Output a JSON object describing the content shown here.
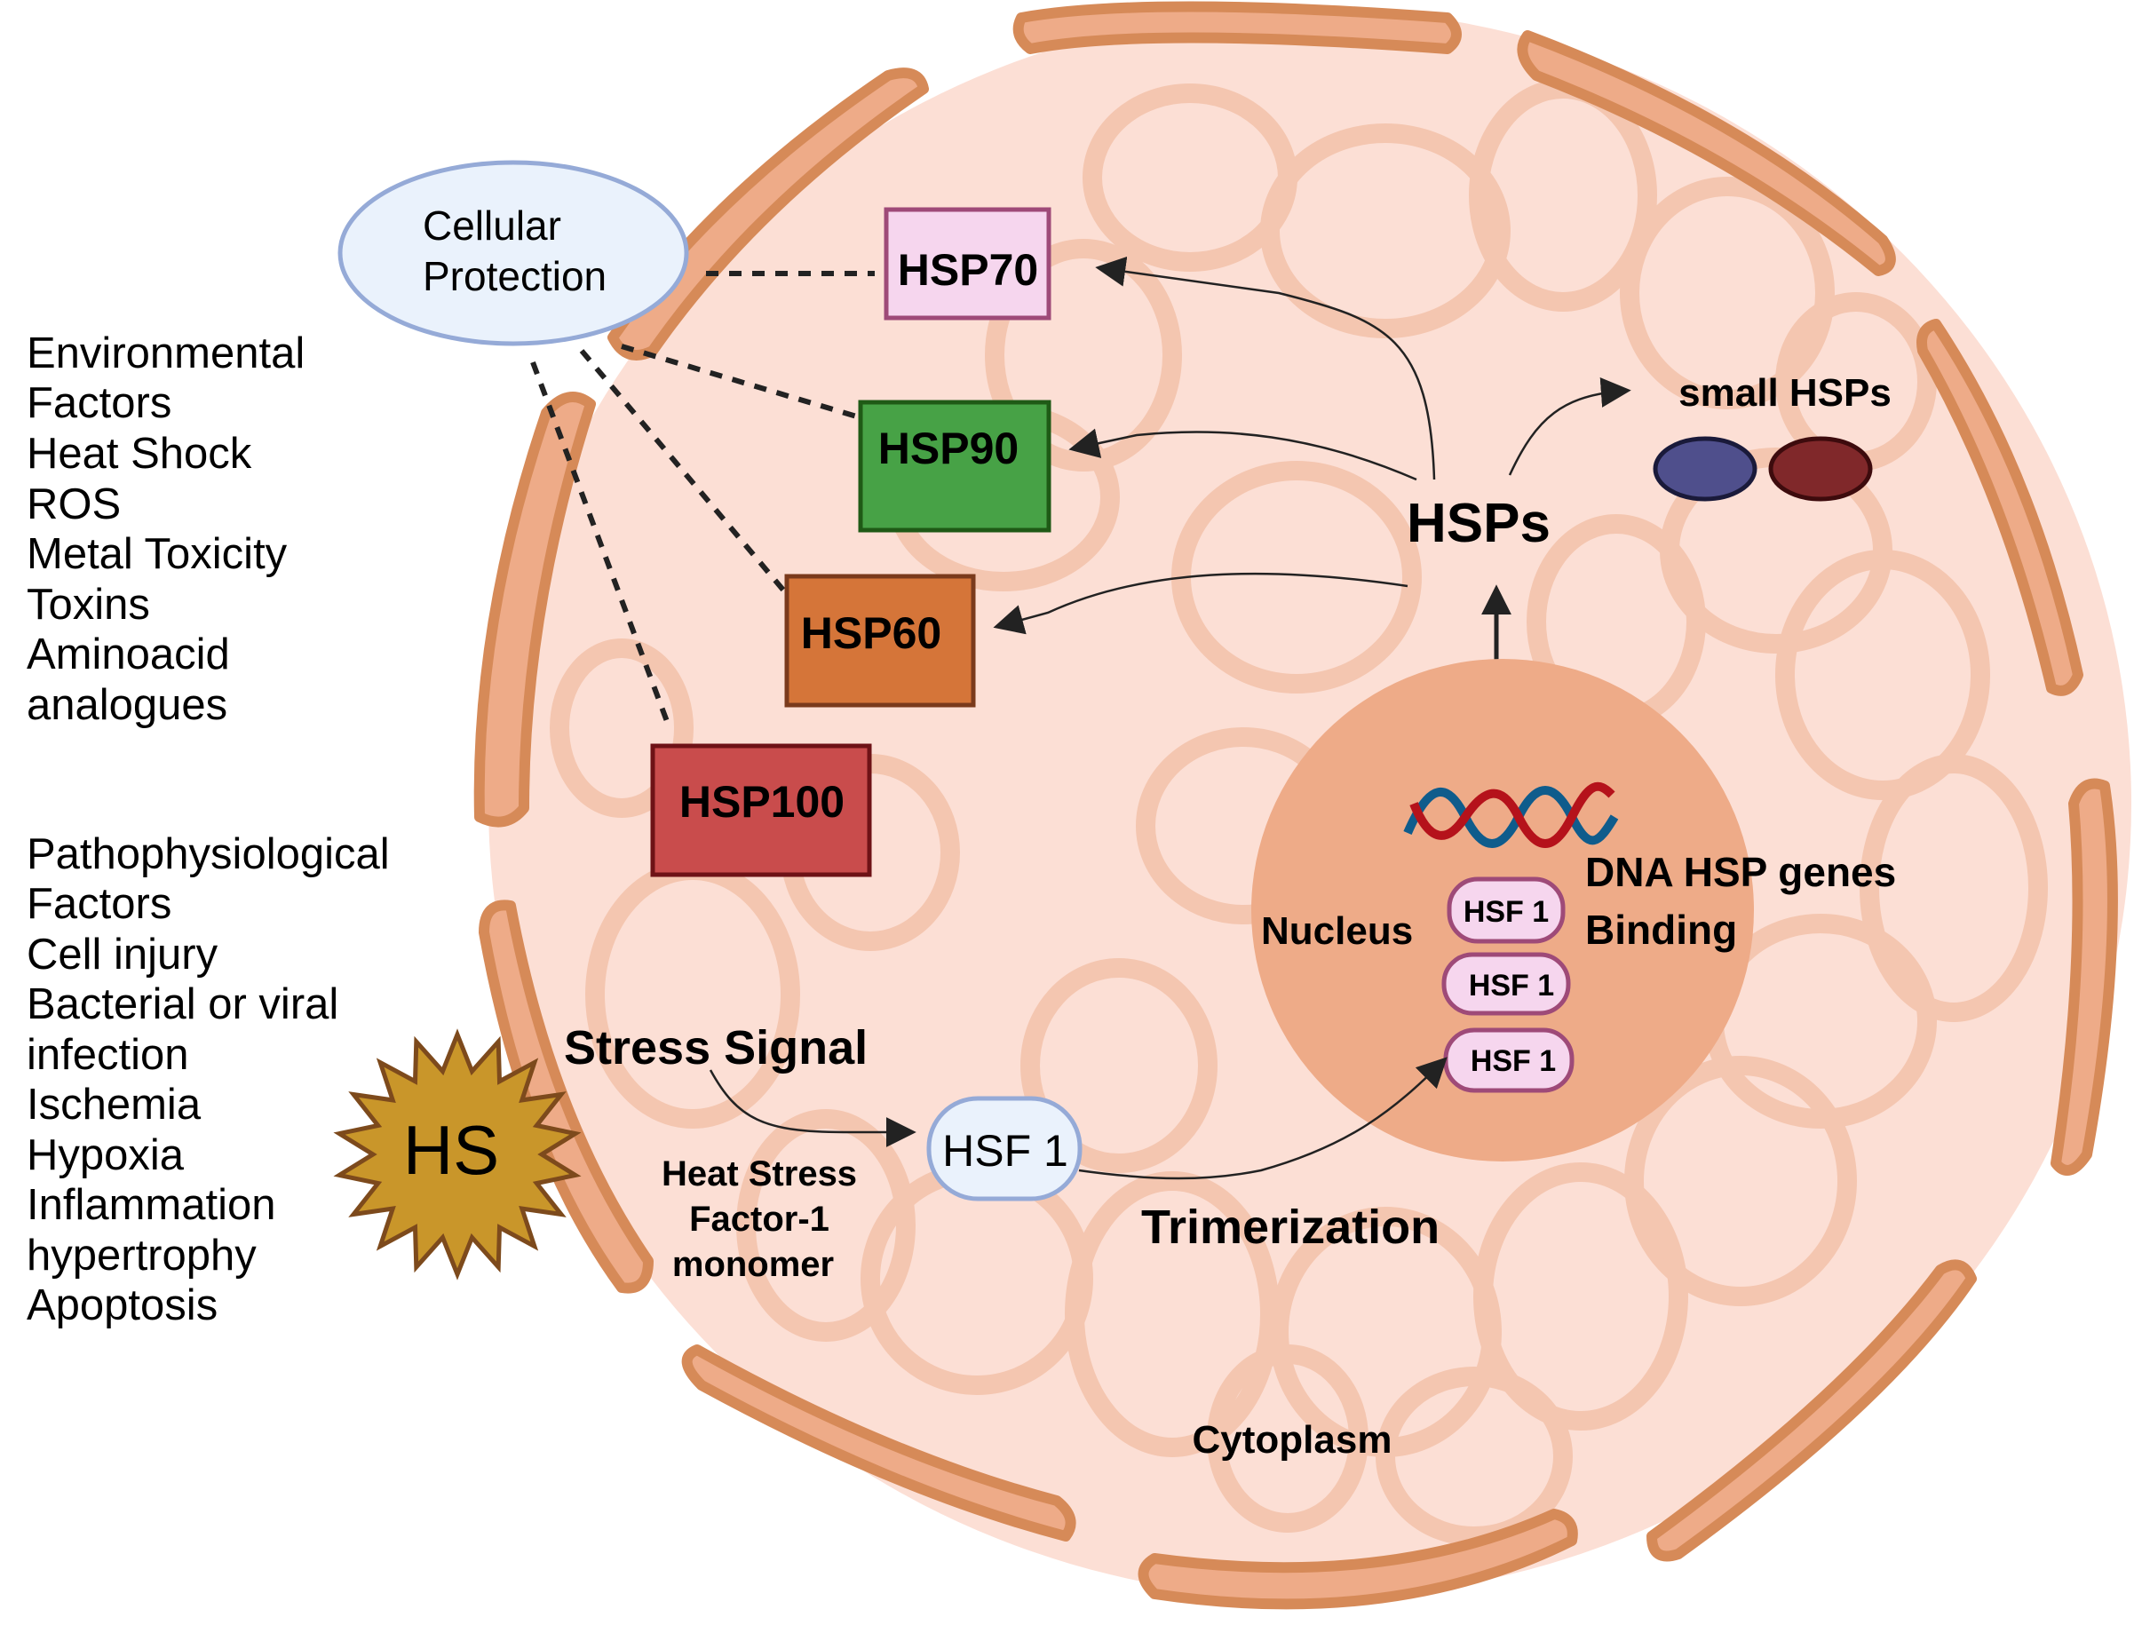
{
  "environmental_factors": {
    "heading_lines": [
      "Environmental",
      "Factors"
    ],
    "items": [
      "Heat Shock",
      "ROS",
      "Metal Toxicity",
      "Toxins",
      "Aminoacid",
      "analogues"
    ]
  },
  "pathophysiological_factors": {
    "heading_lines": [
      "Pathophysiological",
      "Factors"
    ],
    "items": [
      "Cell injury",
      "Bacterial or viral",
      "infection",
      "Ischemia",
      "Hypoxia",
      "Inflammation",
      "hypertrophy",
      "Apoptosis"
    ]
  },
  "heat_shock_badge": {
    "label": "HS",
    "color": "#c9962a"
  },
  "cellular_protection": {
    "lines": [
      "Cellular",
      "Protection"
    ]
  },
  "hsp_boxes": [
    {
      "label": "HSP70",
      "fill": "#f6d6ee",
      "stroke": "#9e4a78"
    },
    {
      "label": "HSP90",
      "fill": "#47a246",
      "stroke": "#1f5a16"
    },
    {
      "label": "HSP60",
      "fill": "#d57539",
      "stroke": "#7a3a1c"
    },
    {
      "label": "HSP100",
      "fill": "#c94c4c",
      "stroke": "#6e1216"
    }
  ],
  "hsps_label": "HSPs",
  "small_hsps": {
    "label": "small HSPs",
    "colors": [
      "#4f4f8c",
      "#80282a"
    ]
  },
  "stress_signal": "Stress Signal",
  "hsf1_monomer": {
    "label": "HSF 1",
    "caption_lines": [
      "Heat Stress",
      "Factor-1",
      "monomer"
    ]
  },
  "trimerization": "Trimerization",
  "nucleus": {
    "label": "Nucleus",
    "dna_label_lines": [
      "DNA HSP genes",
      "Binding"
    ],
    "hsf1_trimer": [
      "HSF 1",
      "HSF 1",
      "HSF 1"
    ]
  },
  "cytoplasm": "Cytoplasm"
}
